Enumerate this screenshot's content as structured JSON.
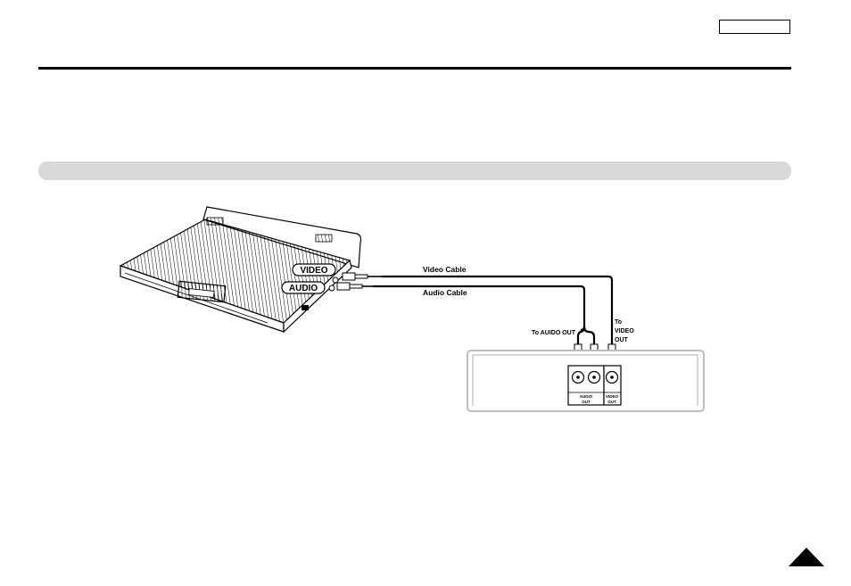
{
  "labels": {
    "video_port": "VIDEO",
    "audio_port": "AUDIO",
    "video_cable": "Video Cable",
    "audio_cable": "Audio Cable",
    "to_audio_out": "To AUIDO OUT",
    "to_video_out_line1": "To",
    "to_video_out_line2": "VIDEO",
    "to_video_out_line3": "OUT",
    "jack_audio_out_line1": "AUDIO",
    "jack_audio_out_line2": "OUT",
    "jack_video_out_line1": "VIDEO",
    "jack_video_out_line2": "OUT"
  },
  "icons": {
    "next_page": "triangle-up-icon"
  },
  "colors": {
    "rule": "#000000",
    "section_bar": "#d9d9d9",
    "device_outline": "#bdbdbd"
  }
}
